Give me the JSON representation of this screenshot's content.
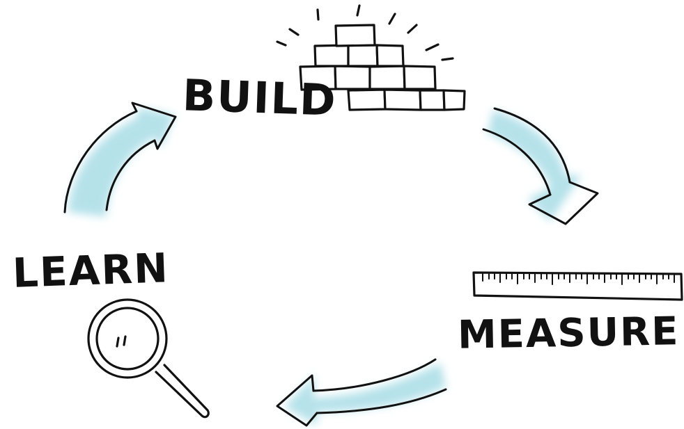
{
  "diagram": {
    "type": "cycle",
    "stages": [
      {
        "label": "BUILD",
        "icon": "brick-pyramid-icon"
      },
      {
        "label": "MEASURE",
        "icon": "ruler-icon"
      },
      {
        "label": "LEARN",
        "icon": "magnifying-glass-icon"
      }
    ],
    "arrows": [
      {
        "from": "BUILD",
        "to": "MEASURE"
      },
      {
        "from": "MEASURE",
        "to": "LEARN"
      },
      {
        "from": "LEARN",
        "to": "BUILD"
      }
    ],
    "colors": {
      "arrow_fill": "#a9dde6",
      "ink": "#111111",
      "background": "#ffffff"
    }
  }
}
